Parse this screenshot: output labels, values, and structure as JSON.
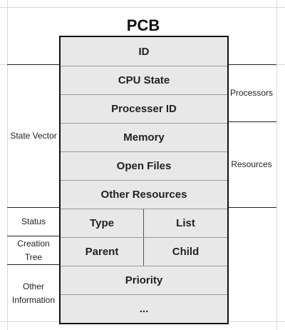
{
  "title": "PCB",
  "pcb_rows": {
    "id": "ID",
    "cpu_state": "CPU State",
    "processer_id": "Processer ID",
    "memory": "Memory",
    "open_files": "Open Files",
    "other_resources": "Other Resources",
    "type": "Type",
    "list": "List",
    "parent": "Parent",
    "child": "Child",
    "priority": "Priority",
    "ellipsis": "..."
  },
  "left_labels": {
    "state_vector": "State Vector",
    "status": "Status",
    "creation_tree_1": "Creation",
    "creation_tree_2": "Tree",
    "other_information_1": "Other",
    "other_information_2": "Information"
  },
  "right_labels": {
    "processors": "Processors",
    "resources": "Resources"
  }
}
